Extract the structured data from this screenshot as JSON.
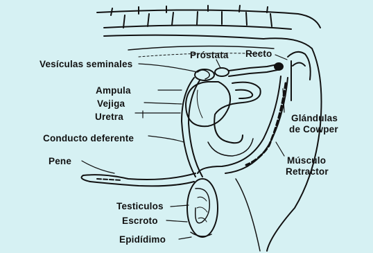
{
  "colors": {
    "background": "#d6f1f3",
    "ink": "#111111"
  },
  "labels": {
    "vesiculas": "Vesículas seminales",
    "prostata": "Próstata",
    "recto": "Recto",
    "ampula": "Ampula",
    "vejiga": "Vejiga",
    "uretra": "Uretra",
    "glandulas_1": "Glándulas",
    "glandulas_2": "de Cowper",
    "conducto": "Conducto deferente",
    "pene": "Pene",
    "musculo_1": "Músculo",
    "musculo_2": "Retractor",
    "testiculos": "Testiculos",
    "escroto": "Escroto",
    "epididimo": "Epidídimo"
  }
}
